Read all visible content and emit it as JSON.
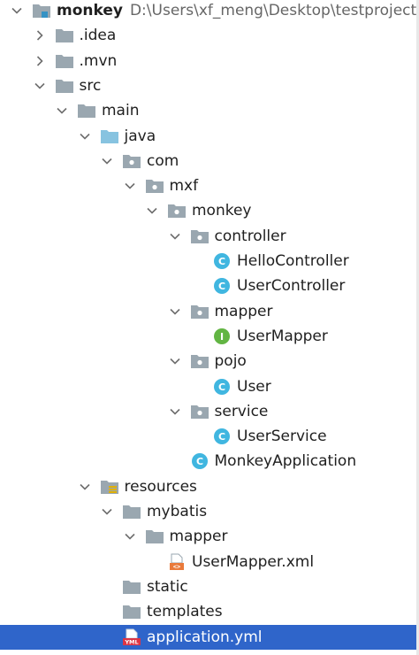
{
  "project": {
    "name": "monkey",
    "path": "D:\\Users\\xf_meng\\Desktop\\testproject\\java"
  },
  "tree": [
    {
      "label": "monkey",
      "depth": 0,
      "chevron": "down",
      "icon": "project-module-icon",
      "bold": true,
      "has_path": true
    },
    {
      "label": ".idea",
      "depth": 1,
      "chevron": "right",
      "icon": "folder-icon"
    },
    {
      "label": ".mvn",
      "depth": 1,
      "chevron": "right",
      "icon": "folder-icon"
    },
    {
      "label": "src",
      "depth": 1,
      "chevron": "down",
      "icon": "folder-icon"
    },
    {
      "label": "main",
      "depth": 2,
      "chevron": "down",
      "icon": "folder-icon"
    },
    {
      "label": "java",
      "depth": 3,
      "chevron": "down",
      "icon": "source-folder-icon"
    },
    {
      "label": "com",
      "depth": 4,
      "chevron": "down",
      "icon": "package-icon"
    },
    {
      "label": "mxf",
      "depth": 5,
      "chevron": "down",
      "icon": "package-icon"
    },
    {
      "label": "monkey",
      "depth": 6,
      "chevron": "down",
      "icon": "package-icon"
    },
    {
      "label": "controller",
      "depth": 7,
      "chevron": "down",
      "icon": "package-icon"
    },
    {
      "label": "HelloController",
      "depth": 8,
      "chevron": "none",
      "icon": "class-icon"
    },
    {
      "label": "UserController",
      "depth": 8,
      "chevron": "none",
      "icon": "class-icon"
    },
    {
      "label": "mapper",
      "depth": 7,
      "chevron": "down",
      "icon": "package-icon"
    },
    {
      "label": "UserMapper",
      "depth": 8,
      "chevron": "none",
      "icon": "interface-icon"
    },
    {
      "label": "pojo",
      "depth": 7,
      "chevron": "down",
      "icon": "package-icon"
    },
    {
      "label": "User",
      "depth": 8,
      "chevron": "none",
      "icon": "class-icon"
    },
    {
      "label": "service",
      "depth": 7,
      "chevron": "down",
      "icon": "package-icon"
    },
    {
      "label": "UserService",
      "depth": 8,
      "chevron": "none",
      "icon": "class-icon"
    },
    {
      "label": "MonkeyApplication",
      "depth": 7,
      "chevron": "none",
      "icon": "class-icon"
    },
    {
      "label": "resources",
      "depth": 3,
      "chevron": "down",
      "icon": "resources-folder-icon"
    },
    {
      "label": "mybatis",
      "depth": 4,
      "chevron": "down",
      "icon": "folder-icon"
    },
    {
      "label": "mapper",
      "depth": 5,
      "chevron": "down",
      "icon": "folder-icon"
    },
    {
      "label": "UserMapper.xml",
      "depth": 6,
      "chevron": "none",
      "icon": "xml-file-icon"
    },
    {
      "label": "static",
      "depth": 4,
      "chevron": "none",
      "icon": "folder-icon"
    },
    {
      "label": "templates",
      "depth": 4,
      "chevron": "none",
      "icon": "folder-icon"
    },
    {
      "label": "application.yml",
      "depth": 4,
      "chevron": "none",
      "icon": "yml-file-icon",
      "selected": true
    }
  ],
  "colors": {
    "selection": "#2f65ca",
    "folder": "#9aa7b0",
    "source_folder": "#87c3e0",
    "class_icon": "#40b6e0",
    "interface_icon": "#62b543",
    "xml_icon": "#e97a3b",
    "yml_icon": "#dc3545"
  }
}
